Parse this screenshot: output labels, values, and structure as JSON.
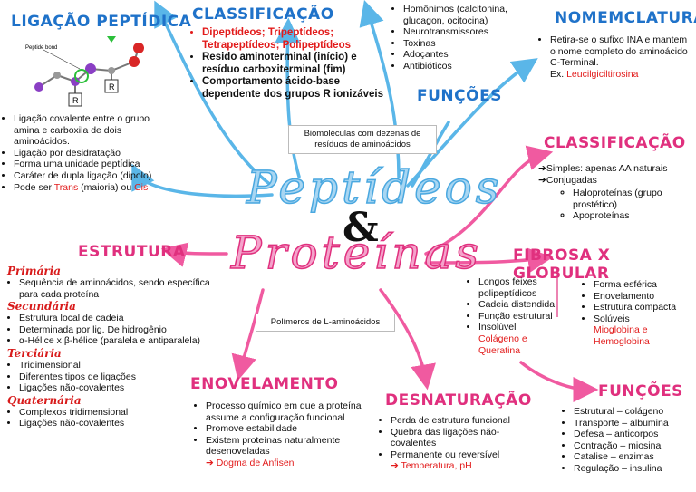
{
  "colors": {
    "blue": "#1f72c9",
    "pink": "#e0307e",
    "red": "#e21b1b",
    "light_blue": "#5ab6e8"
  },
  "center": {
    "title_line1": "Peptídeos",
    "ampersand": "&",
    "title_line2": "Proteínas"
  },
  "ligacao": {
    "heading": "LIGAÇÃO PEPTÍDICA",
    "diagram_label": "Peptide bond",
    "items": [
      "Ligação covalente entre o grupo amina e carboxila de dois aminoácidos.",
      "Ligação por desidratação",
      "Forma uma unidade peptídica",
      "Caráter de dupla ligação (dipolo)"
    ],
    "last_prefix": "Pode ser ",
    "last_trans": "Trans",
    "last_mid": " (maioria) ou ",
    "last_cis": "Cis"
  },
  "classif_pep": {
    "heading": "CLASSIFICAÇÃO",
    "item1": "Dipeptídeos; Tripeptídeos; Tetrapeptídeos; Polipeptídeos",
    "item2": "Resido aminoterminal (início) e resíduo carboxiterminal (fim)",
    "item3": "Comportamento ácido-base dependente dos grupos R ionizáveis"
  },
  "funcoes_pep": {
    "heading": "FUNÇÕES",
    "items": [
      "Homônimos (calcitonina, glucagon, ocitocina)",
      "Neurotransmissores",
      "Toxinas",
      "Adoçantes",
      "Antibióticos"
    ]
  },
  "nomenclatura": {
    "heading": "NOMEMCLATURA",
    "text": "Retira-se o sufixo INA e mantem o nome completo do aminoácido C-Terminal.",
    "ex_label": "Ex. ",
    "example": "Leucilgiciltirosina"
  },
  "box_biomoleculas": "Biomoléculas com dezenas de resíduos de aminoácidos",
  "box_polimeros": "Polímeros de L-aminoácidos",
  "classif_prot": {
    "heading": "CLASSIFICAÇÃO",
    "simples": "Simples: apenas AA naturais",
    "conjugadas": "Conjugadas",
    "sub": [
      "Haloproteínas (grupo prostético)",
      "Apoproteínas"
    ]
  },
  "estrutura": {
    "heading": "ESTRUTURA",
    "primaria": "Primária",
    "primaria_items": [
      "Sequência de aminoácidos, sendo específica para cada proteína"
    ],
    "secundaria": "Secundária",
    "secundaria_items": [
      "Estrutura local de cadeia",
      "Determinada por lig. De hidrogênio",
      "α-Hélice x β-hélice (paralela e antiparalela)"
    ],
    "terciaria": "Terciária",
    "terciaria_items": [
      "Tridimensional",
      "Diferentes tipos de ligações",
      "Ligações não-covalentes"
    ],
    "quaternaria": "Quaternária",
    "quaternaria_items": [
      "Complexos tridimensional",
      "Ligações não-covalentes"
    ]
  },
  "fibrosa": {
    "heading": "FIBROSA X GLOBULAR",
    "left": [
      "Longos feixes polipeptídicos",
      "Cadeia distendida",
      "Função estrutural",
      "Insolúvel"
    ],
    "left_example": "Colágeno e Queratina",
    "right": [
      "Forma esférica",
      "Enovelamento",
      "Estrutura compacta",
      "Solúveis"
    ],
    "right_example": "Mioglobina e Hemoglobina"
  },
  "enovelamento": {
    "heading": "ENOVELAMENTO",
    "items": [
      "Processo químico em que a proteína assume a configuração funcional",
      "Promove estabilidade",
      "Existem proteínas naturalmente desenoveladas"
    ],
    "highlight": "Dogma de Anfisen"
  },
  "desnaturacao": {
    "heading": "DESNATURAÇÃO",
    "items": [
      "Perda de estrutura funcional",
      "Quebra das ligações não-covalentes",
      "Permanente ou reversível"
    ],
    "highlight": "Temperatura, pH"
  },
  "funcoes_prot": {
    "heading": "FUNÇÕES",
    "items": [
      "Estrutural – colágeno",
      "Transporte – albumina",
      "Defesa – anticorpos",
      "Contração – miosina",
      "Catalise – enzimas",
      "Regulação – insulina"
    ]
  }
}
